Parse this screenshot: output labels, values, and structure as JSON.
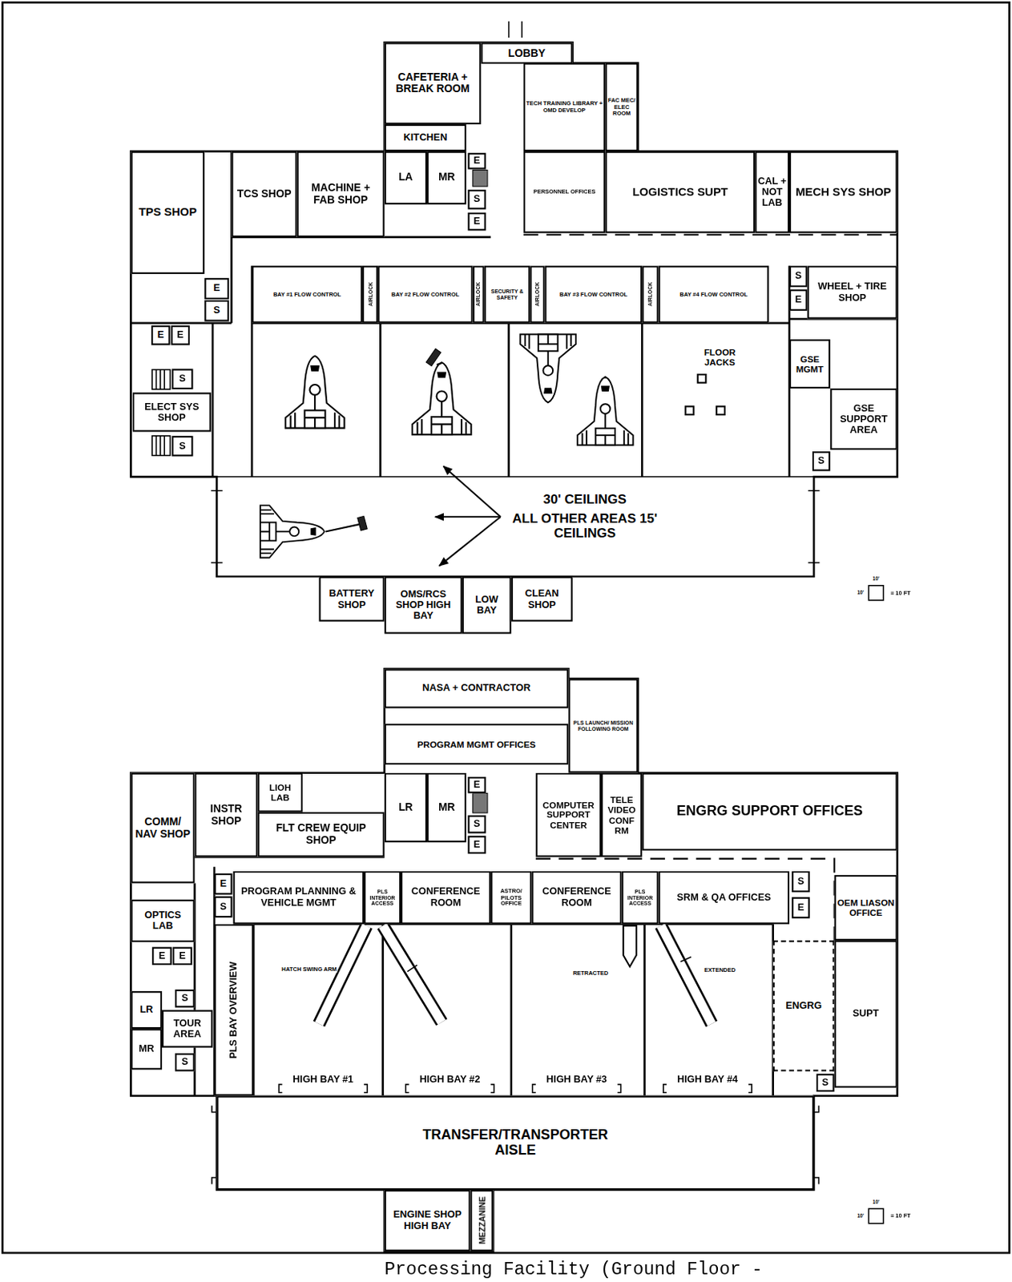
{
  "diagram": {
    "caption": "Processing Facility (Ground Floor -",
    "nodes": [
      {
        "text": [
          "CAFETERIA + BREAK ROOM"
        ]
      },
      {
        "text": [
          "LOBBY"
        ]
      },
      {
        "text": [
          "TECH TRAINING LIBRARY + OMD DEVELOP"
        ]
      },
      {
        "text": [
          "FAC MEC/ ELEC ROOM"
        ]
      },
      {
        "text": [
          "KITCHEN"
        ]
      },
      {
        "text": [
          "TPS SHOP"
        ]
      },
      {
        "text": [
          "TCS SHOP"
        ]
      },
      {
        "text": [
          "MACHINE + FAB SHOP"
        ]
      },
      {
        "text": [
          "LA"
        ]
      },
      {
        "text": [
          "MR"
        ]
      },
      {
        "text": [
          "E"
        ]
      },
      {
        "text": [
          "S"
        ]
      },
      {
        "text": [
          "E"
        ]
      },
      {
        "text": [
          "PERSONNEL OFFICES"
        ]
      },
      {
        "text": [
          "LOGISTICS SUPT"
        ]
      },
      {
        "text": [
          "CAL + NOT LAB"
        ]
      },
      {
        "text": [
          "MECH SYS SHOP"
        ]
      },
      {
        "text": [
          "E"
        ]
      },
      {
        "text": [
          "S"
        ]
      },
      {
        "text": [
          "BAY #1 FLOW CONTROL"
        ]
      },
      {
        "text": [
          "AIRLOCK"
        ]
      },
      {
        "text": [
          "BAY #2 FLOW CONTROL"
        ]
      },
      {
        "text": [
          "AIRLOCK"
        ]
      },
      {
        "text": [
          "SECURITY & SAFETY"
        ]
      },
      {
        "text": [
          "AIRLOCK"
        ]
      },
      {
        "text": [
          "BAY #3 FLOW CONTROL"
        ]
      },
      {
        "text": [
          "AIRLOCK"
        ]
      },
      {
        "text": [
          "BAY #4 FLOW CONTROL"
        ]
      },
      {
        "text": [
          "S"
        ]
      },
      {
        "text": [
          "E"
        ]
      },
      {
        "text": [
          "WHEEL + TIRE SHOP"
        ]
      },
      {
        "text": [
          "E"
        ]
      },
      {
        "text": [
          "E"
        ]
      },
      {
        "text": [
          "S"
        ]
      },
      {
        "text": [
          "ELECT SYS SHOP"
        ]
      },
      {
        "text": [
          "S"
        ]
      },
      {
        "text": [
          "GSE MGMT"
        ]
      },
      {
        "text": [
          "GSE SUPPORT AREA"
        ]
      },
      {
        "text": [
          "S"
        ]
      },
      {
        "text": [
          "BATTERY SHOP"
        ]
      },
      {
        "text": [
          "OMS/RCS SHOP HIGH BAY"
        ]
      },
      {
        "text": [
          "LOW BAY"
        ]
      },
      {
        "text": [
          "CLEAN SHOP"
        ]
      },
      {
        "text": [
          "NASA + CONTRACTOR"
        ]
      },
      {
        "text": [
          "PLS LAUNCH/ MISSION FOLLOWING ROOM"
        ]
      },
      {
        "text": [
          "PROGRAM MGMT OFFICES"
        ]
      },
      {
        "text": [
          "COMM/ NAV SHOP"
        ]
      },
      {
        "text": [
          "INSTR SHOP"
        ]
      },
      {
        "text": [
          "LIOH LAB"
        ]
      },
      {
        "text": [
          "FLT CREW EQUIP SHOP"
        ]
      },
      {
        "text": [
          "LR"
        ]
      },
      {
        "text": [
          "MR"
        ]
      },
      {
        "text": [
          "E"
        ]
      },
      {
        "text": [
          "S"
        ]
      },
      {
        "text": [
          "E"
        ]
      },
      {
        "text": [
          "COMPUTER SUPPORT CENTER"
        ]
      },
      {
        "text": [
          "TELE VIDEO CONF RM"
        ]
      },
      {
        "text": [
          "ENGRG SUPPORT OFFICES"
        ]
      },
      {
        "text": [
          "E"
        ]
      },
      {
        "text": [
          "S"
        ]
      },
      {
        "text": [
          "PROGRAM PLANNING & VEHICLE MGMT"
        ]
      },
      {
        "text": [
          "PLS INTERIOR ACCESS"
        ]
      },
      {
        "text": [
          "CONFERENCE ROOM"
        ]
      },
      {
        "text": [
          "ASTRO/ PILOTS OFFICE"
        ]
      },
      {
        "text": [
          "CONFERENCE ROOM"
        ]
      },
      {
        "text": [
          "PLS INTERIOR ACCESS"
        ]
      },
      {
        "text": [
          "SRM & QA OFFICES"
        ]
      },
      {
        "text": [
          "S"
        ]
      },
      {
        "text": [
          "E"
        ]
      },
      {
        "text": [
          "OPTICS LAB"
        ]
      },
      {
        "text": [
          "E"
        ]
      },
      {
        "text": [
          "E"
        ]
      },
      {
        "text": [
          "OEM LIASON OFFICE"
        ]
      },
      {
        "text": [
          "LR"
        ]
      },
      {
        "text": [
          "S"
        ]
      },
      {
        "text": [
          "TOUR AREA"
        ]
      },
      {
        "text": [
          "MR"
        ]
      },
      {
        "text": [
          "S"
        ]
      },
      {
        "text": [
          "PLS BAY OVERVIEW"
        ]
      },
      {
        "text": [
          "ENGRG"
        ]
      },
      {
        "text": [
          "SUPT"
        ]
      },
      {
        "text": [
          "S"
        ]
      },
      {
        "text": [
          "TRANSFER/TRANSPORTER AISLE"
        ]
      },
      {
        "text": [
          "ENGINE SHOP HIGH BAY"
        ]
      },
      {
        "text": [
          "MEZZANINE"
        ]
      }
    ],
    "labels": [
      "FLOOR JACKS",
      "30' CEILINGS",
      "ALL OTHER AREAS 15' CEILINGS",
      "10'",
      "10'",
      "= 10 FT",
      "HATCH SWING ARM",
      "RETRACTED",
      "EXTENDED",
      "HIGH BAY #1",
      "HIGH BAY #2",
      "HIGH BAY #3",
      "HIGH BAY #4",
      "10'",
      "10'",
      "= 10 FT"
    ]
  }
}
